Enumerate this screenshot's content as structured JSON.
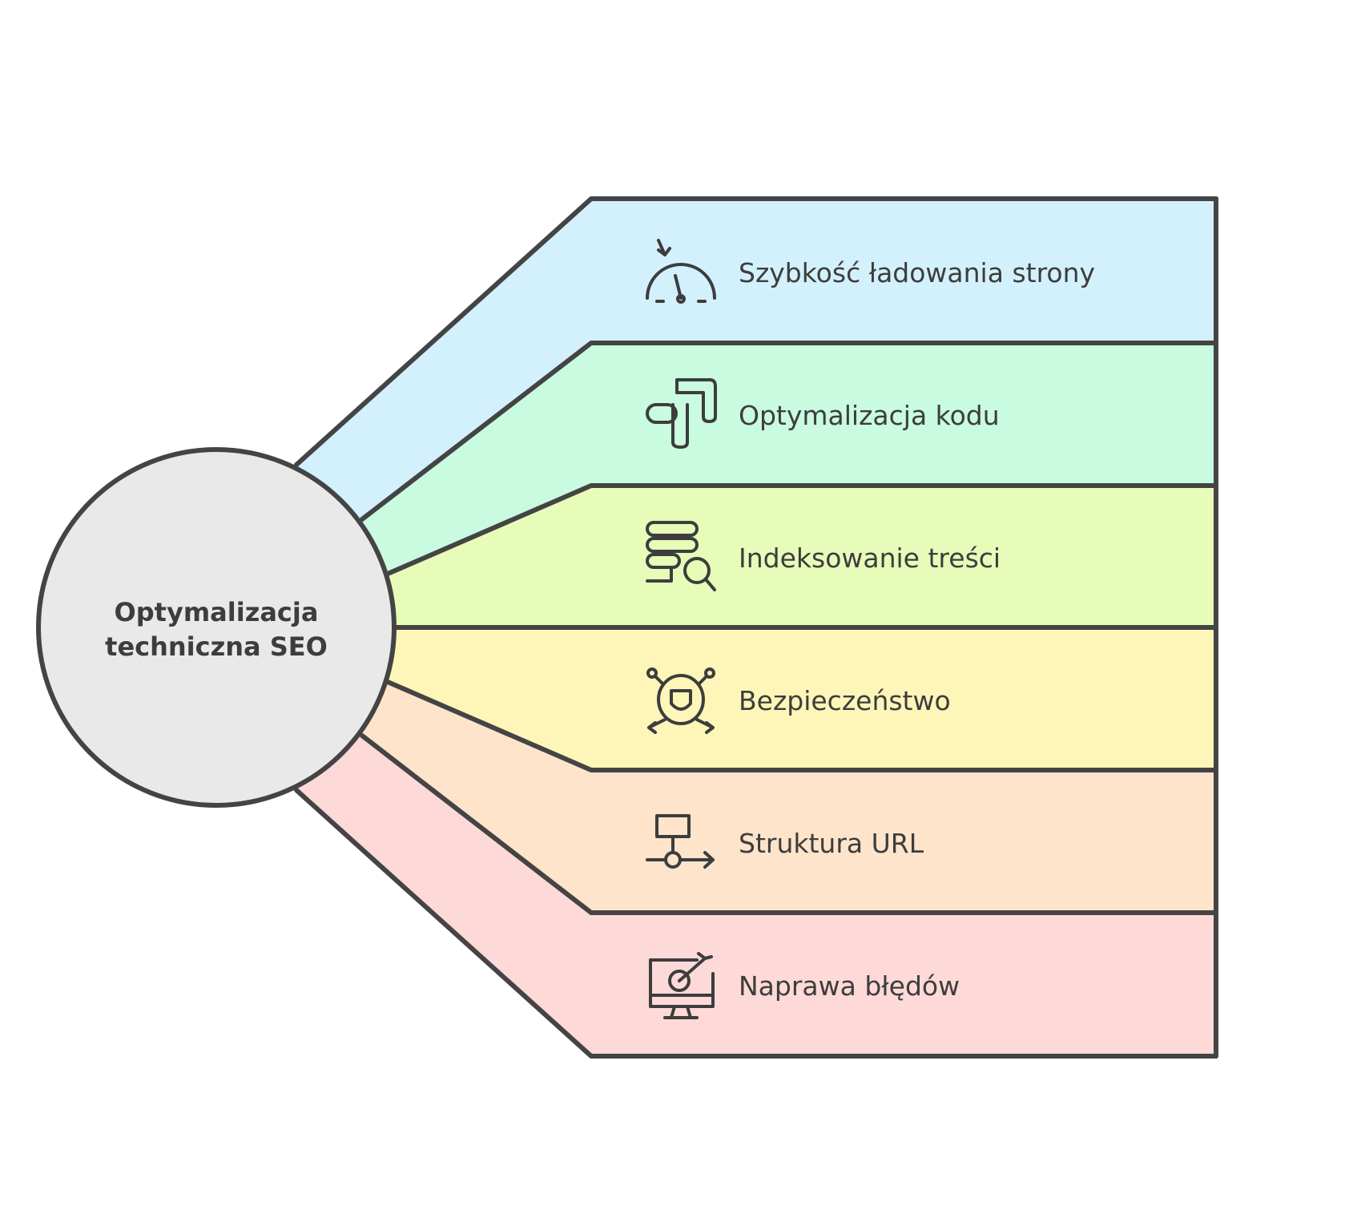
{
  "center": {
    "line1": "Optymalizacja",
    "line2": "techniczna SEO",
    "color": "#e9e9e9"
  },
  "items": [
    {
      "label": "Szybkość ładowania strony",
      "icon": "speedometer-icon",
      "color": "#d3f1fc"
    },
    {
      "label": "Optymalizacja kodu",
      "icon": "code-pipe-icon",
      "color": "#c8fbe0"
    },
    {
      "label": "Indeksowanie treści",
      "icon": "database-search-icon",
      "color": "#e8fcb9"
    },
    {
      "label": "Bezpieczeństwo",
      "icon": "shield-network-icon",
      "color": "#fdf6b8"
    },
    {
      "label": "Struktura URL",
      "icon": "hierarchy-icon",
      "color": "#fde4cb"
    },
    {
      "label": "Naprawa błędów",
      "icon": "monitor-target-icon",
      "color": "#fdd9d8"
    }
  ]
}
